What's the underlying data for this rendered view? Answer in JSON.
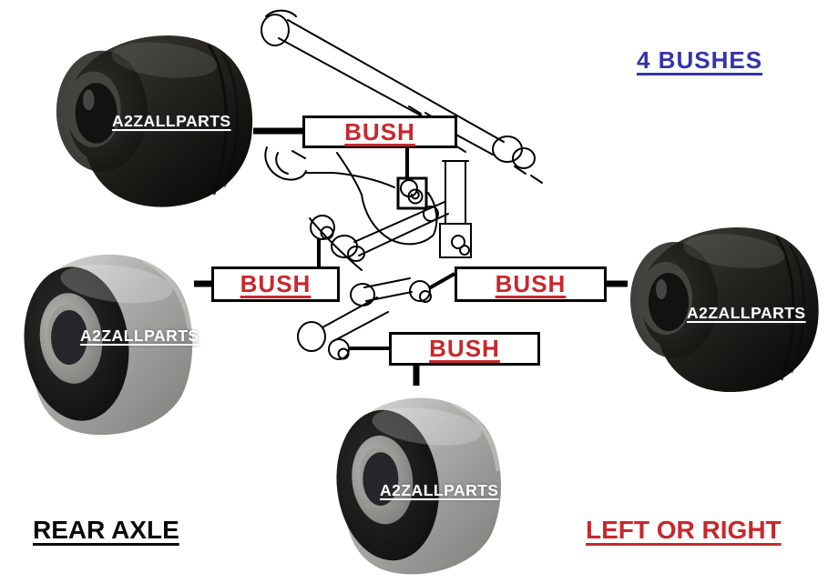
{
  "colors": {
    "accent_red": "#C8282D",
    "accent_blue": "#3434AB",
    "text_black": "#0a0a0a",
    "watermark_white": "#ffffff",
    "line_black": "#000000"
  },
  "header": {
    "bush_count_label": "4 BUSHES"
  },
  "footer": {
    "left_label": "REAR AXLE",
    "right_label": "LEFT OR RIGHT"
  },
  "callouts": {
    "top": "BUSH",
    "left": "BUSH",
    "right": "BUSH",
    "bottom": "BUSH"
  },
  "photos": [
    {
      "name": "black rubber axle bush (top left)",
      "watermark": "A2ZALLPARTS"
    },
    {
      "name": "grey metal-sleeved bush (left)",
      "watermark": "A2ZALLPARTS"
    },
    {
      "name": "black rubber axle bush (right)",
      "watermark": "A2ZALLPARTS"
    },
    {
      "name": "grey metal-sleeved bush (bottom)",
      "watermark": "A2ZALLPARTS"
    }
  ]
}
